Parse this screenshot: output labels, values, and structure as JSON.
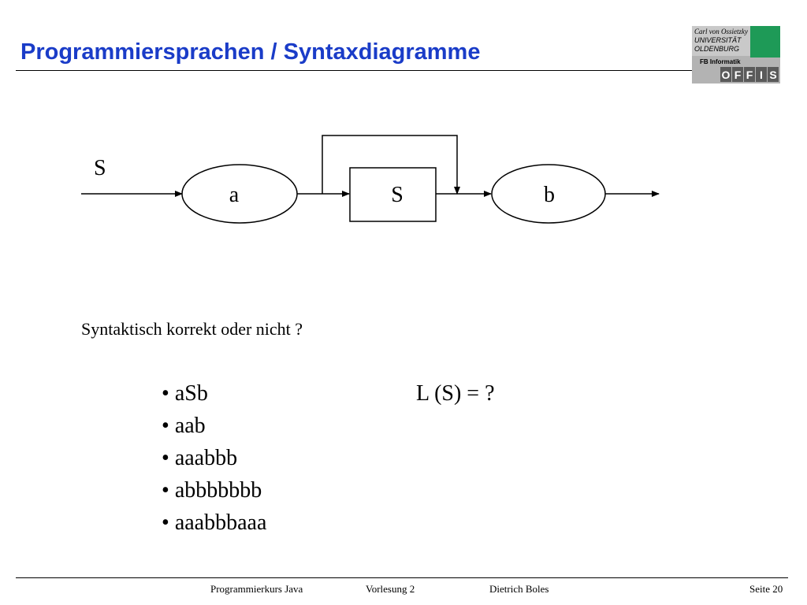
{
  "header": {
    "title": "Programmiersprachen / Syntaxdiagramme",
    "logo": {
      "signature": "Carl von Ossietzky",
      "university_line1": "UNIVERSITÄT",
      "university_line2": "OLDENBURG",
      "department": "FB Informatik",
      "offis_letters": [
        "O",
        "F",
        "F",
        "I",
        "S"
      ],
      "colors": {
        "green": "#1e9a57",
        "gray": "#b3b3b3",
        "dark_gray": "#5a5a5a"
      }
    }
  },
  "diagram": {
    "rule_name": "S",
    "nodes": [
      {
        "id": "a",
        "label": "a",
        "shape": "ellipse",
        "kind": "terminal"
      },
      {
        "id": "S",
        "label": "S",
        "shape": "rectangle",
        "kind": "nonterminal"
      },
      {
        "id": "b",
        "label": "b",
        "shape": "ellipse",
        "kind": "terminal"
      }
    ],
    "edges": [
      {
        "from": "entry",
        "to": "a"
      },
      {
        "from": "a",
        "to": "S"
      },
      {
        "from": "a",
        "to": "b",
        "type": "bypass-over-S"
      },
      {
        "from": "S",
        "to": "b"
      },
      {
        "from": "b",
        "to": "exit"
      }
    ]
  },
  "question": "Syntaktisch korrekt oder nicht ?",
  "examples": [
    "aSb",
    "aab",
    "aaabbb",
    "abbbbbbb",
    "aaabbbaaa"
  ],
  "language_question": "L (S) = ?",
  "footer": {
    "course": "Programmierkurs Java",
    "lecture": "Vorlesung 2",
    "author": "Dietrich Boles",
    "page": "Seite 20"
  }
}
